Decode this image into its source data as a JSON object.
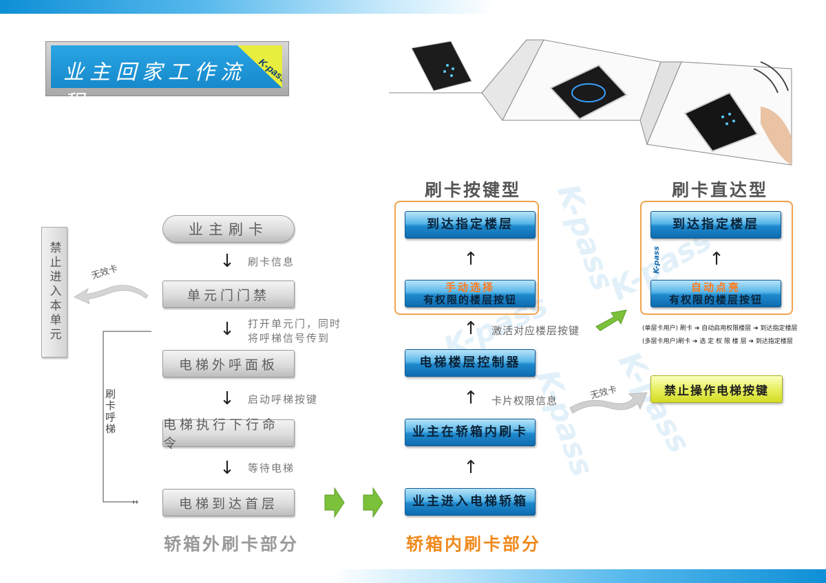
{
  "title": "业主回家工作流程",
  "logo": {
    "text": "K-pass"
  },
  "left_flow": {
    "steps": [
      "业主刷卡",
      "单元门门禁",
      "电梯外呼面板",
      "电梯执行下行命令",
      "电梯到达首层"
    ],
    "notes": [
      "刷卡信息",
      "打开单元门，同时",
      "将呼梯信号传到",
      "启动呼梯按键",
      "等待电梯"
    ],
    "side_label": "刷卡呼梯",
    "invalid_label": "无效卡",
    "forbid_box": "禁止进入本单元",
    "caption": "轿箱外刷卡部分"
  },
  "mid_flow": {
    "heading": "刷卡按键型",
    "steps": [
      "业主进入电梯轿箱",
      "业主在轿箱内刷卡",
      "电梯楼层控制器"
    ],
    "box_select": {
      "line1": "手动选择",
      "line2": "有权限的楼层按钮"
    },
    "box_arrive": "到达指定楼层",
    "notes": [
      "卡片权限信息",
      "激活对应楼层按键"
    ],
    "caption": "轿箱内刷卡部分"
  },
  "right_flow": {
    "heading": "刷卡直达型",
    "box_arrive": "到达指定楼层",
    "box_auto": {
      "line1": "自动点亮",
      "line2": "有权限的楼层按钮"
    },
    "legend": [
      {
        "user": "(单层卡用户) 刷卡",
        "step": "自动启用权限楼层",
        "end": "到达指定楼层"
      },
      {
        "user": "(多层卡用户)刷卡",
        "step": "选 定 权 限 楼 层",
        "end": "到达指定楼层"
      }
    ],
    "invalid_label": "无效卡",
    "forbid_box": "禁止操作电梯按键"
  },
  "colors": {
    "blue_accent": "#1689cb",
    "orange_accent": "#f08a1e",
    "green_arrow": "#7bc13a",
    "yellow_box": "#e6ed55"
  }
}
